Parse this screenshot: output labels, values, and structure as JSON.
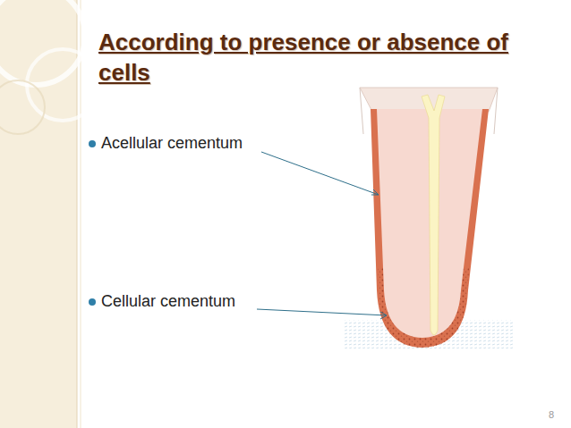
{
  "diagram": {
    "title": "According to presence or absence of cells",
    "labels": [
      "Acellular cementum",
      "Cellular cementum",
      "8"
    ]
  }
}
